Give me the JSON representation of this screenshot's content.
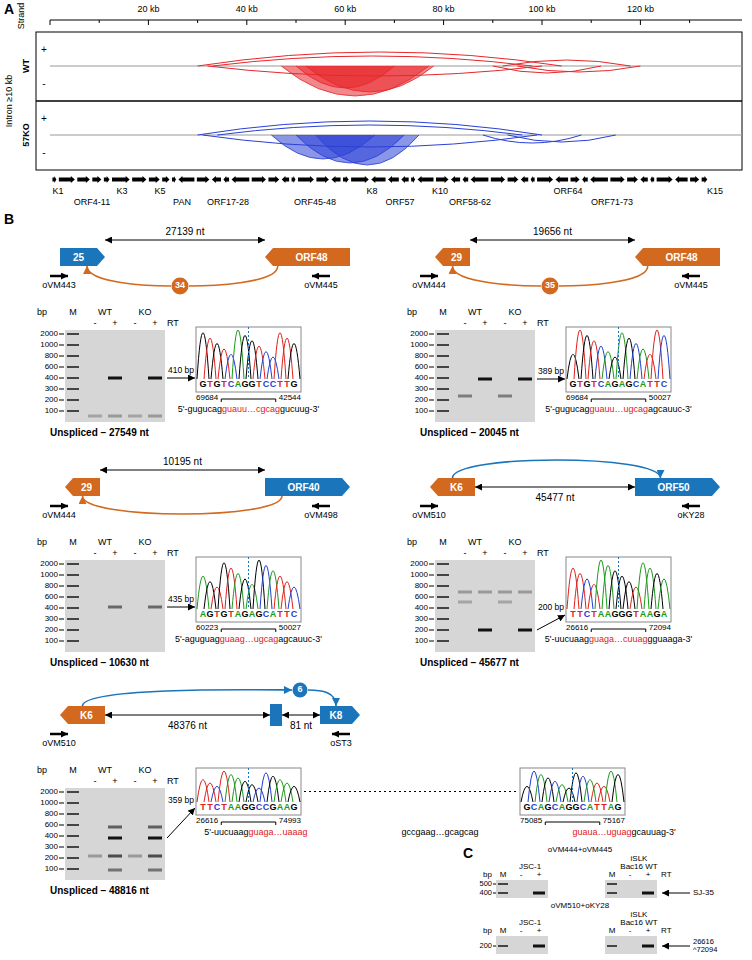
{
  "diagram": {
    "nodes": [
      {
        "text": [
          "25"
        ]
      },
      {
        "text": [
          "ORF48"
        ]
      },
      {
        "text": [
          "34"
        ]
      },
      {
        "text": [
          "29"
        ]
      },
      {
        "text": [
          "ORF48"
        ]
      },
      {
        "text": [
          "35"
        ]
      },
      {
        "text": [
          "29"
        ]
      },
      {
        "text": [
          "ORF40"
        ]
      },
      {
        "text": [
          "K6"
        ]
      },
      {
        "text": [
          "ORF50"
        ]
      },
      {
        "text": [
          "K6"
        ]
      },
      {
        "text": [
          "6"
        ]
      },
      {
        "text": [
          "K8"
        ]
      }
    ],
    "edges": [
      {
        "from": 1,
        "to": 2,
        "arrow": "none"
      },
      {
        "from": 2,
        "to": 0,
        "arrow": "to"
      },
      {
        "from": 4,
        "to": 5,
        "arrow": "none"
      },
      {
        "from": 5,
        "to": 3,
        "arrow": "to"
      },
      {
        "from": 7,
        "to": 6,
        "arrow": "to"
      },
      {
        "from": 8,
        "to": 9,
        "arrow": "to"
      },
      {
        "from": 10,
        "to": 11,
        "arrow": "to"
      },
      {
        "from": 11,
        "to": 12,
        "arrow": "to"
      }
    ],
    "labels": [
      "A",
      "20 kb",
      "40 kb",
      "60 kb",
      "80 kb",
      "100 kb",
      "120 kb",
      "Strand",
      "Intron ≥10 kb",
      "WT",
      "+",
      "-",
      "57KO",
      "+",
      "-",
      "K1",
      "ORF4-11",
      "K3",
      "K5",
      "PAN",
      "ORF17-28",
      "ORF45-48",
      "K8",
      "ORF57",
      "K10",
      "ORF58-62",
      "ORF64",
      "ORF71-73",
      "K15",
      "B",
      "27139 nt",
      "oVM443",
      "oVM445",
      "bp",
      "M",
      "WT",
      "KO",
      "-",
      "+",
      "-",
      "+",
      "RT",
      "2000",
      "1000",
      "800",
      "600",
      "400",
      "300",
      "200",
      "100",
      "410 bp",
      "GTGTCAGGTCCTTG",
      "69684",
      "42544",
      "5'-gugucag",
      "guauu…cgcag",
      "gucuug-3'",
      "Unspliced – 27549 nt",
      "19656 nt",
      "oVM444",
      "oVM445",
      "bp",
      "M",
      "WT",
      "KO",
      "-",
      "+",
      "-",
      "+",
      "RT",
      "2000",
      "1000",
      "800",
      "600",
      "400",
      "300",
      "200",
      "100",
      "389 bp",
      "GTGTCAGAGCATTC",
      "69684",
      "50027",
      "5'-gugucag",
      "guauu…ugcag",
      "agcauuc-3'",
      "Unspliced – 20045 nt",
      "10195 nt",
      "oVM444",
      "oVM498",
      "bp",
      "M",
      "WT",
      "KO",
      "-",
      "+",
      "-",
      "+",
      "RT",
      "2000",
      "1000",
      "800",
      "600",
      "400",
      "300",
      "200",
      "100",
      "435 bp",
      "AGTGTAGAGCATTC",
      "60223",
      "50027",
      "5'-aguguag",
      "guaag…ugcag",
      "agcauuc-3'",
      "Unspliced – 10630 nt",
      "45477 nt",
      "oVM510",
      "oKY28",
      "bp",
      "M",
      "WT",
      "KO",
      "-",
      "+",
      "-",
      "+",
      "RT",
      "2000",
      "1000",
      "800",
      "600",
      "400",
      "300",
      "200",
      "100",
      "200 bp",
      "TTCTAAGGGTAAGA",
      "26616",
      "72094",
      "5'-uucuaag",
      "guaga…cuuag",
      "gguaaga-3'",
      "Unspliced – 45677 nt",
      "48376 nt",
      "81 nt",
      "oVM510",
      "oST3",
      "bp",
      "M",
      "WT",
      "KO",
      "-",
      "+",
      "-",
      "+",
      "RT",
      "2000",
      "1000",
      "800",
      "600",
      "400",
      "300",
      "200",
      "100",
      "359 bp",
      "TTCTAAGGCCGAAG",
      "26616",
      "74993",
      "GCAGCAGGCATTAG",
      "75085",
      "75167",
      "5'-uucuaag",
      "guaga…uaaag",
      "gccgaag…gcagcag",
      "guaua…uguag",
      "gcauuag-3'",
      "Unspliced – 48816 nt",
      "C",
      "oVM444+oVM445",
      "iSLK",
      "JSC-1",
      "Bac16 WT",
      "bp",
      "M",
      "-",
      "+",
      "M",
      "-",
      "+",
      "RT",
      "500",
      "400",
      "SJ-35",
      "oVM510+oKY28",
      "iSLK",
      "JSC-1",
      "Bac16 WT",
      "bp",
      "M",
      "-",
      "+",
      "M",
      "-",
      "+",
      "RT",
      "200",
      "26616 ^72094"
    ]
  }
}
